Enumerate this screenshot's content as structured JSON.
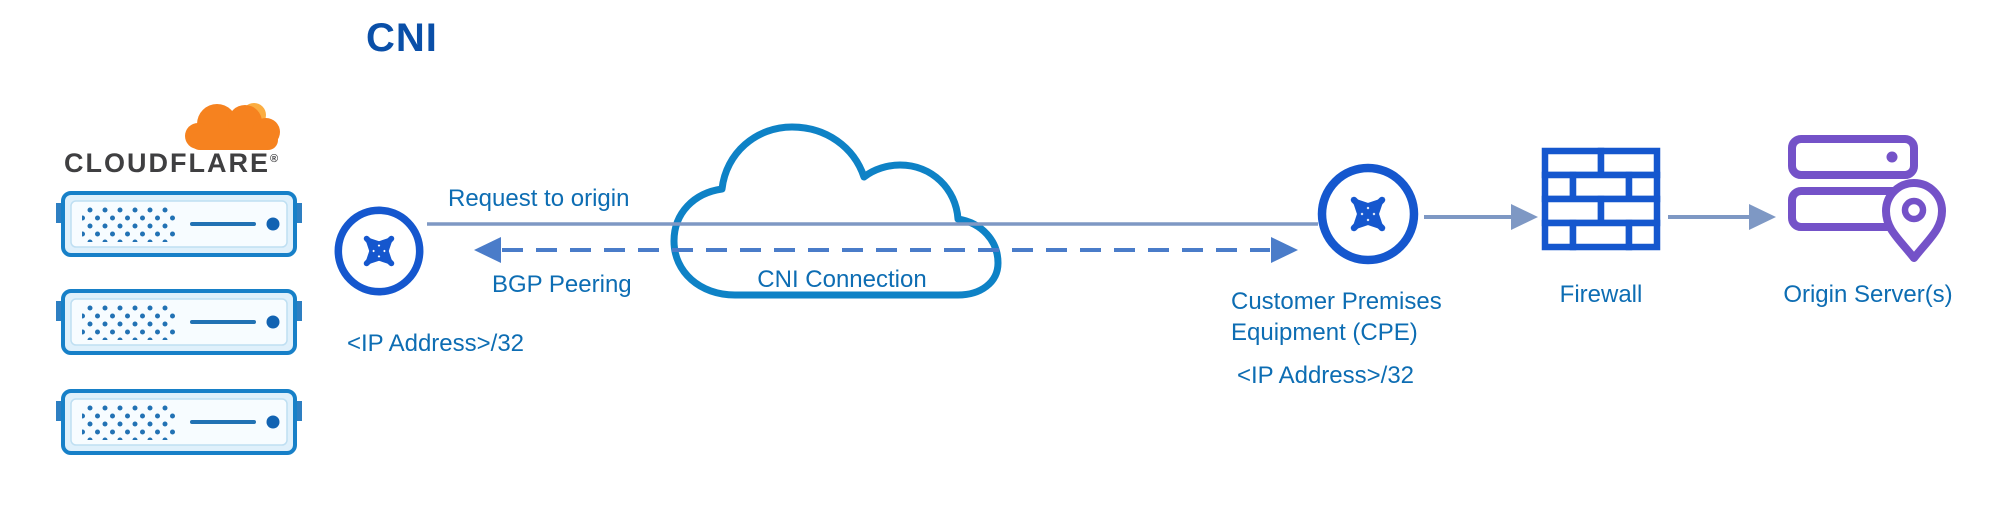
{
  "title": "CNI",
  "cloudflare": {
    "logo_text": "CLOUDFLARE",
    "trademark": "®",
    "servers_count": 3
  },
  "edge_router": {
    "ip_label": "<IP Address>/32"
  },
  "links": {
    "request_to_origin": "Request to origin",
    "bgp_peering": "BGP Peering"
  },
  "cni_cloud": {
    "label": "CNI Connection"
  },
  "cpe": {
    "name_line1": "Customer Premises",
    "name_line2": "Equipment (CPE)",
    "ip_label": "<IP Address>/32"
  },
  "firewall": {
    "label": "Firewall"
  },
  "origin": {
    "label": "Origin Server(s)"
  },
  "colors": {
    "label_blue": "#0D6DB3",
    "title_blue": "#0A4FA8",
    "icon_blue": "#1557CE",
    "cloud_stroke_blue": "#0E82C6",
    "line_slate_blue": "#7E98C4",
    "dashed_line_blue": "#4A7CC9",
    "server_border_blue": "#1780C8",
    "server_fill_light": "#DFF0FB",
    "cloudflare_orange": "#F6821F",
    "cloudflare_orange_light": "#FBAD41",
    "wordmark_dark": "#3F3F41",
    "origin_purple": "#7452C8"
  }
}
